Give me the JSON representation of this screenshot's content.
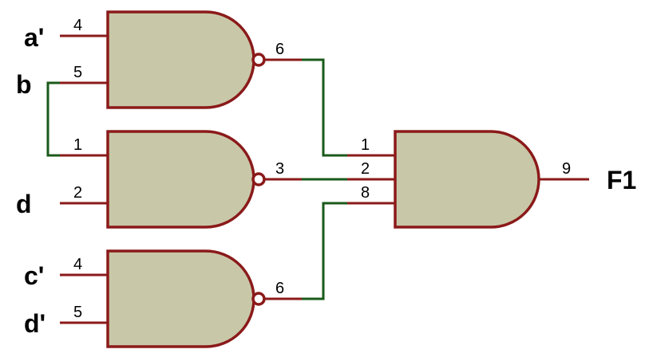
{
  "signals": {
    "a_prime": "a'",
    "b": "b",
    "d": "d",
    "c_prime": "c'",
    "d_prime": "d'",
    "f1": "F1"
  },
  "gates": {
    "g1": {
      "in1_pin": "4",
      "in2_pin": "5",
      "out_pin": "6"
    },
    "g2": {
      "in1_pin": "1",
      "in2_pin": "2",
      "out_pin": "3"
    },
    "g3": {
      "in1_pin": "4",
      "in2_pin": "5",
      "out_pin": "6"
    },
    "g4": {
      "in1_pin": "1",
      "in2_pin": "2",
      "in3_pin": "8",
      "out_pin": "9"
    }
  },
  "colors": {
    "gate_fill": "#c8c8a8",
    "gate_outline": "#8b1a1a",
    "wire": "#1a5a1a"
  }
}
